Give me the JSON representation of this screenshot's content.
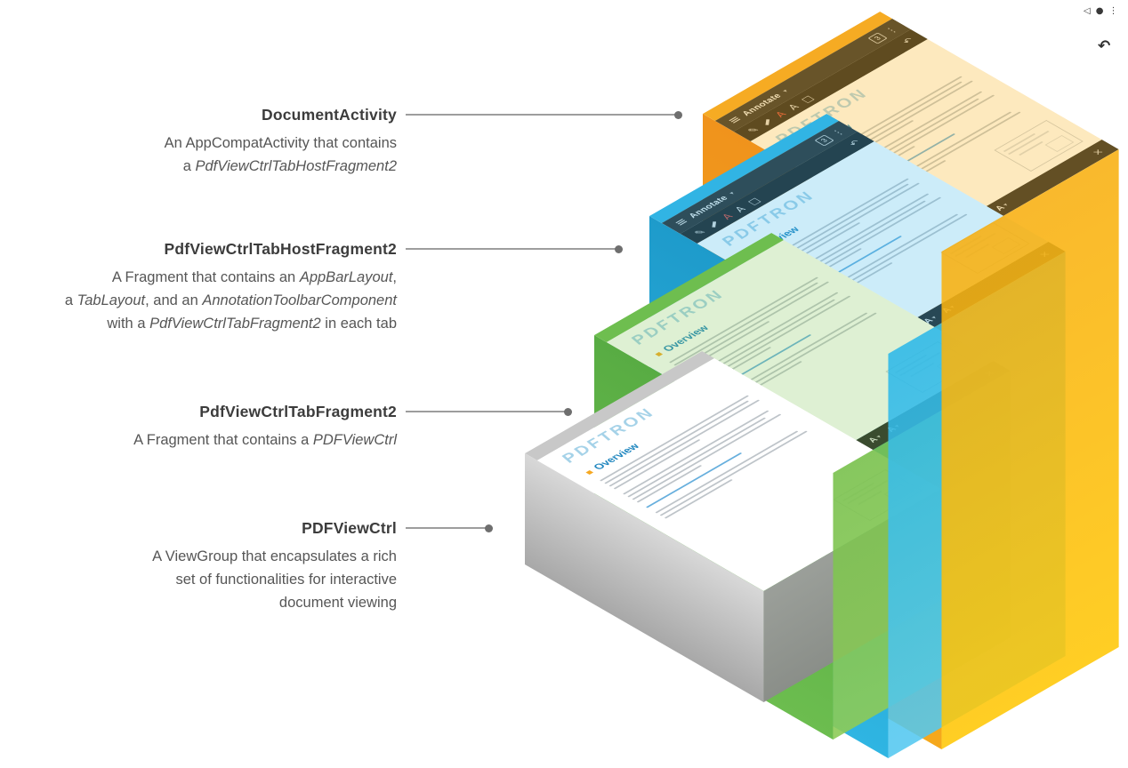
{
  "labels": [
    {
      "title": "DocumentActivity",
      "desc_lines": [
        [
          {
            "t": "An AppCompatActivity that contains"
          }
        ],
        [
          {
            "t": "a "
          },
          {
            "t": "PdfViewCtrlTabHostFragment2",
            "i": true
          }
        ]
      ]
    },
    {
      "title": "PdfViewCtrlTabHostFragment2",
      "desc_lines": [
        [
          {
            "t": "A Fragment that contains an "
          },
          {
            "t": "AppBarLayout",
            "i": true
          },
          {
            "t": ","
          }
        ],
        [
          {
            "t": "a "
          },
          {
            "t": "TabLayout",
            "i": true
          },
          {
            "t": ", and an "
          },
          {
            "t": "AnnotationToolbarComponent",
            "i": true
          }
        ],
        [
          {
            "t": "with a "
          },
          {
            "t": "PdfViewCtrlTabFragment2",
            "i": true
          },
          {
            "t": " in each tab"
          }
        ]
      ]
    },
    {
      "title": "PdfViewCtrlTabFragment2",
      "desc_lines": [
        [
          {
            "t": "A Fragment that contains a "
          },
          {
            "t": "PDFViewCtrl",
            "i": true
          }
        ]
      ]
    },
    {
      "title": "PDFViewCtrl",
      "desc_lines": [
        [
          {
            "t": "A ViewGroup that encapsulates a rich"
          }
        ],
        [
          {
            "t": "set of functionalities for interactive"
          }
        ],
        [
          {
            "t": "document viewing"
          }
        ]
      ]
    }
  ],
  "layers": [
    {
      "id": "document-activity",
      "name": "DocumentActivity",
      "has_app_bar": true,
      "has_annotation_bar": true,
      "has_bottom_bar": true,
      "colors": {
        "bezel": "#F5A622",
        "wall_left": [
          "#F0931C",
          "#F5A81C"
        ],
        "wall_right": [
          "rgba(248,175,16,0.88)",
          "rgba(255,199,6,0.88)"
        ],
        "tint": "rgba(250,183,40,0.30)"
      }
    },
    {
      "id": "pdf-view-ctrl-tab-host-fragment2",
      "name": "PdfViewCtrlTabHostFragment2",
      "has_app_bar": true,
      "has_annotation_bar": true,
      "has_bottom_bar": true,
      "colors": {
        "bezel": "#2FB4E3",
        "wall_left": [
          "#1E9BCB",
          "#2FB5E2"
        ],
        "wall_right": [
          "rgba(44,184,232,0.88)",
          "rgba(84,200,240,0.88)"
        ],
        "tint": "rgba(58,182,231,0.26)"
      }
    },
    {
      "id": "pdf-view-ctrl-tab-fragment2",
      "name": "PdfViewCtrlTabFragment2",
      "has_app_bar": false,
      "has_annotation_bar": false,
      "has_bottom_bar": true,
      "colors": {
        "bezel": "#69BC4D",
        "wall_left": [
          "#58AC43",
          "#6CBD4F"
        ],
        "wall_right": [
          "rgba(121,193,77,0.90)",
          "rgba(141,203,87,0.90)"
        ],
        "tint": "rgba(126,196,84,0.26)"
      }
    },
    {
      "id": "pdf-view-ctrl",
      "name": "PDFViewCtrl",
      "has_app_bar": false,
      "has_annotation_bar": false,
      "has_bottom_bar": false,
      "colors": {
        "bezel": "#C8C8C8",
        "wall_left": [
          "#D8D8D8",
          "#A8A8A8"
        ],
        "wall_right": [
          "rgba(158,158,158,0.95)",
          "rgba(140,140,140,0.95)"
        ],
        "tint": "transparent"
      }
    }
  ],
  "app_ui": {
    "app_bar": {
      "menu_icon": "hamburger-icon",
      "menu_glyph": "≡",
      "mode_label": "Annotate",
      "chevron_icon": "chevron-down-icon",
      "chevron_glyph": "▾",
      "tab_count_badge": "3",
      "overflow_icon": "kebab-menu-icon",
      "overflow_glyph": "⋮"
    },
    "annotation_bar": {
      "pen_icon": "pen-icon",
      "pen_glyph": "✎",
      "highlighter_icon": "highlighter-icon",
      "text_red_label": "A",
      "text_label": "A",
      "shape_icon": "shape-icon",
      "shape_glyph": "□",
      "undo_icon": "undo-icon",
      "undo_glyph": "↶"
    },
    "bottom_bar": {
      "items": [
        "A",
        "A",
        "A",
        "A"
      ],
      "chevron_glyph": "▾",
      "close_icon": "close-icon",
      "close_glyph": "×"
    },
    "document": {
      "brand": "PDFTRON",
      "brand_color": "rgba(41,148,201,0.42)",
      "heading": "Overview",
      "heading_color": "#1F86BF",
      "bullet_color": "#F6A821"
    }
  },
  "system_tray": {
    "icons": [
      {
        "name": "nav-back-icon",
        "glyph": "◁"
      },
      {
        "name": "nav-home-icon",
        "glyph": "●"
      },
      {
        "name": "nav-overflow-icon",
        "glyph": "⋮"
      }
    ],
    "undo_icon": {
      "name": "undo-arrow-icon",
      "glyph": "↶"
    }
  }
}
